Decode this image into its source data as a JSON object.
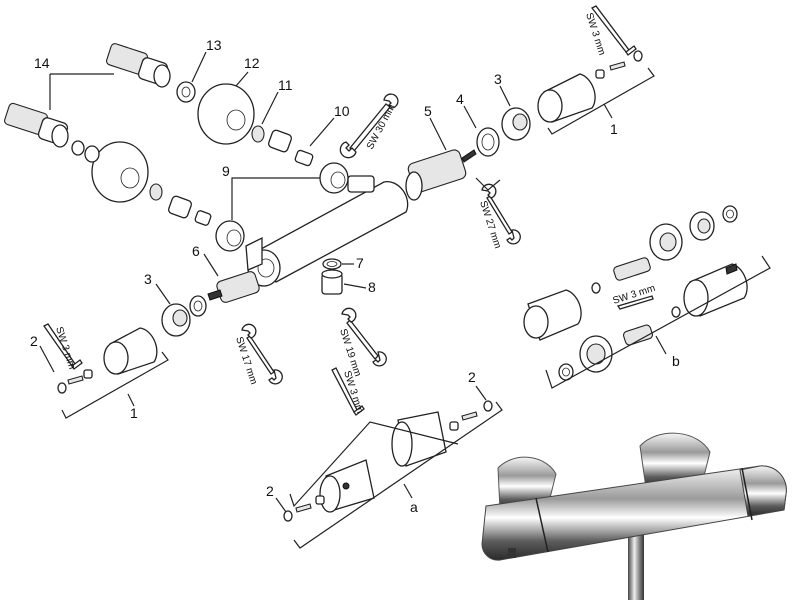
{
  "callouts": {
    "n1a": "1",
    "n1b": "1",
    "n2a": "2",
    "n2b": "2",
    "n2c": "2",
    "n3a": "3",
    "n3b": "3",
    "n4": "4",
    "n5": "5",
    "n6": "6",
    "n7": "7",
    "n8": "8",
    "n9": "9",
    "n10": "10",
    "n11": "11",
    "n12": "12",
    "n13": "13",
    "n14": "14",
    "na": "a",
    "nb": "b"
  },
  "wrench_labels": {
    "sw3_top": "SW 3 mm",
    "sw30": "SW 30 mm",
    "sw27": "SW 27 mm",
    "sw3_left": "SW 3 mm",
    "sw17": "SW 17 mm",
    "sw19": "SW 19 mm",
    "sw3_mid": "SW 3 mm",
    "sw3_right": "SW 3 mm"
  }
}
